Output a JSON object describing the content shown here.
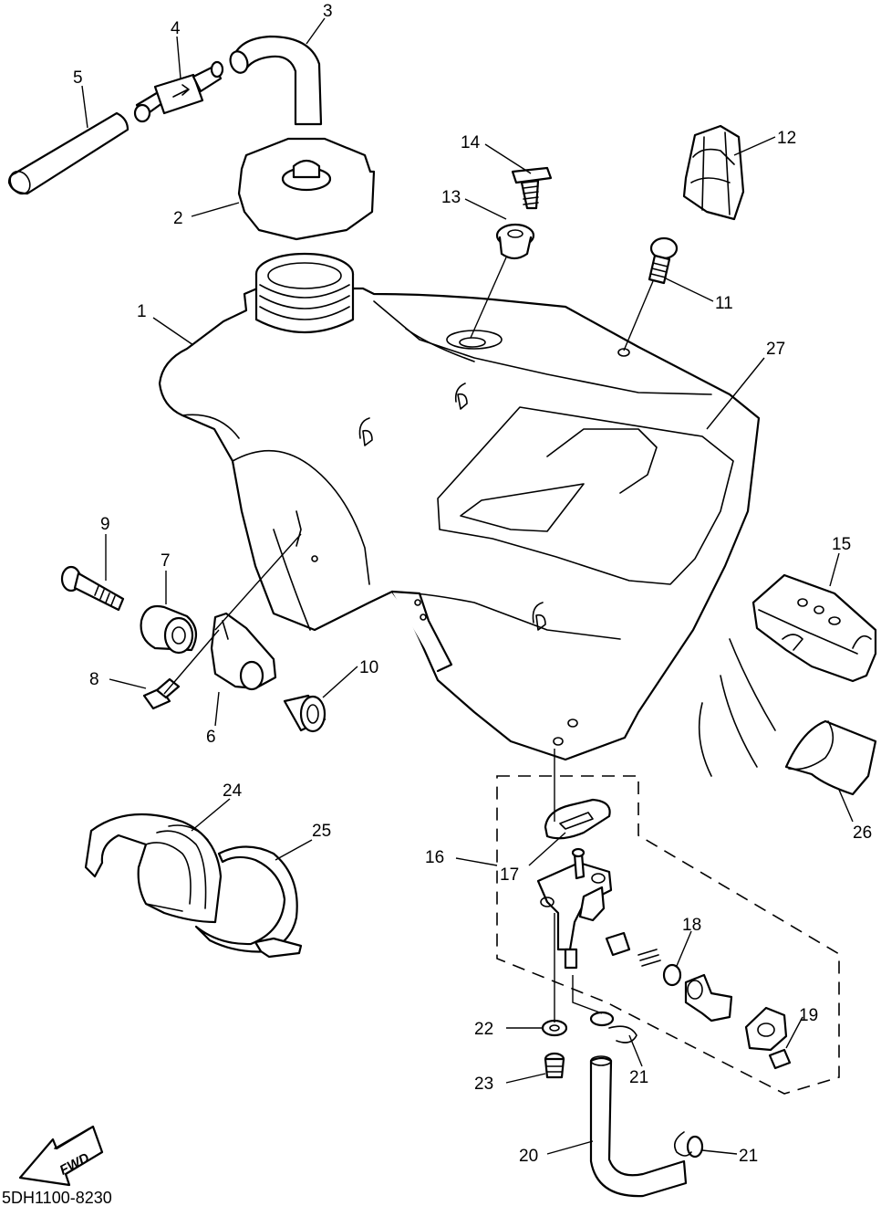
{
  "callouts": [
    {
      "id": "1",
      "label": "1"
    },
    {
      "id": "2",
      "label": "2"
    },
    {
      "id": "3",
      "label": "3"
    },
    {
      "id": "4",
      "label": "4"
    },
    {
      "id": "5",
      "label": "5"
    },
    {
      "id": "6",
      "label": "6"
    },
    {
      "id": "7",
      "label": "7"
    },
    {
      "id": "8",
      "label": "8"
    },
    {
      "id": "9",
      "label": "9"
    },
    {
      "id": "10",
      "label": "10"
    },
    {
      "id": "11",
      "label": "11"
    },
    {
      "id": "12",
      "label": "12"
    },
    {
      "id": "13",
      "label": "13"
    },
    {
      "id": "14",
      "label": "14"
    },
    {
      "id": "15",
      "label": "15"
    },
    {
      "id": "16",
      "label": "16"
    },
    {
      "id": "17",
      "label": "17"
    },
    {
      "id": "18",
      "label": "18"
    },
    {
      "id": "19",
      "label": "19"
    },
    {
      "id": "20",
      "label": "20"
    },
    {
      "id": "21a",
      "label": "21"
    },
    {
      "id": "21b",
      "label": "21"
    },
    {
      "id": "22",
      "label": "22"
    },
    {
      "id": "23",
      "label": "23"
    },
    {
      "id": "24",
      "label": "24"
    },
    {
      "id": "25",
      "label": "25"
    },
    {
      "id": "26",
      "label": "26"
    },
    {
      "id": "27",
      "label": "27"
    }
  ],
  "direction_arrow": {
    "text": "FWD",
    "icon": "fwd-arrow-icon"
  },
  "drawing_code": "5DH1100-8230"
}
